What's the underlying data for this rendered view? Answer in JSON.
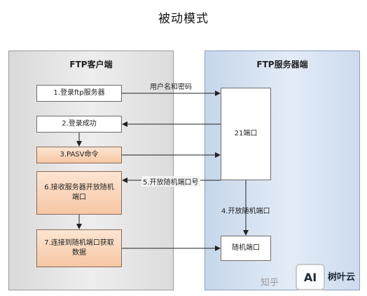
{
  "title": "被动模式",
  "client": {
    "title": "FTP客户端",
    "steps": [
      "1.登录ftp服务器",
      "2.登录成功",
      "3.PASV命令",
      "6.接收服务器开放随机端口",
      "7.连接到随机端口获取数据"
    ]
  },
  "server": {
    "title": "FTP服务器端",
    "port21": "21端口",
    "random_port": "随机端口"
  },
  "edges": {
    "username_password": "用户名和密码",
    "open_random_port_number": "5.开放随机端口号",
    "open_random_port": "4.开放随机端口"
  },
  "watermark": {
    "zhihu": "知乎",
    "logo": "AI",
    "name": "树叶云"
  },
  "colors": {
    "client_panel": "#e6e6e6",
    "server_panel": "#d8e4f2",
    "highlight_box": "#f8d2b6",
    "arrow": "#222222"
  }
}
